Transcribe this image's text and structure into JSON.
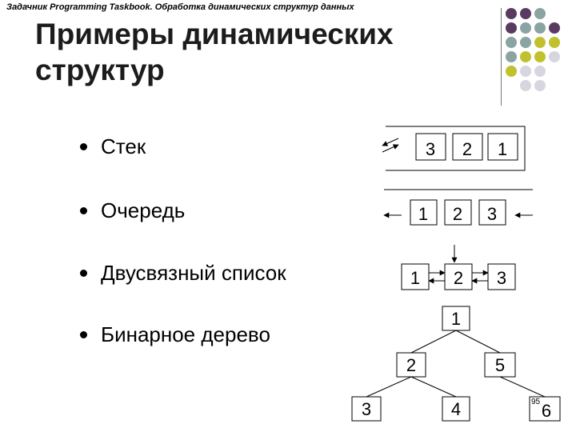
{
  "header": {
    "text": "Задачник Programming Taskbook. Обработка динамических структур данных"
  },
  "slide": {
    "title_line1": "Примеры динамических",
    "title_line2": "структур",
    "bullets": [
      {
        "label": "Стек"
      },
      {
        "label": "Очередь"
      },
      {
        "label": "Двусвязный список"
      },
      {
        "label": "Бинарное дерево"
      }
    ],
    "page_number": "95"
  },
  "diagrams": {
    "stack": [
      "3",
      "2",
      "1"
    ],
    "queue": [
      "1",
      "2",
      "3"
    ],
    "list": [
      "1",
      "2",
      "3"
    ],
    "tree": {
      "root": "1",
      "left": "2",
      "right": "5",
      "ll": "3",
      "lr": "4",
      "rr": "6"
    }
  },
  "colors": {
    "purple": "#5b3a62",
    "teal": "#8aa3a3",
    "olive": "#c1c12e",
    "light": "#d6d6e0",
    "divider": "#777777"
  }
}
